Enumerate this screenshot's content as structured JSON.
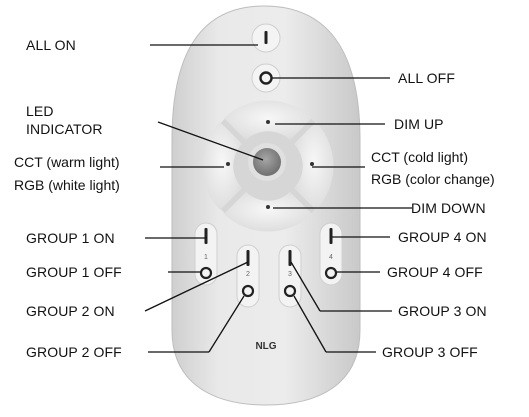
{
  "labels": {
    "all_on": "ALL ON",
    "all_off": "ALL OFF",
    "led_indicator_line1": "LED",
    "led_indicator_line2": "INDICATOR",
    "dim_up": "DIM UP",
    "cct_warm": "CCT (warm light)",
    "rgb_white": "RGB (white light)",
    "cct_cold": "CCT (cold light)",
    "rgb_color": "RGB (color change)",
    "dim_down": "DIM DOWN",
    "group1_on": "GROUP 1 ON",
    "group1_off": "GROUP 1 OFF",
    "group2_on": "GROUP 2 ON",
    "group2_off": "GROUP 2 OFF",
    "group3_on": "GROUP 3 ON",
    "group3_off": "GROUP 3 OFF",
    "group4_on": "GROUP 4 ON",
    "group4_off": "GROUP 4 OFF"
  },
  "remote": {
    "brand": "NLG",
    "group_numbers": [
      "1",
      "2",
      "3",
      "4"
    ]
  },
  "colors": {
    "remote_body": "#e6e6e6",
    "button_face": "#f2f2f2",
    "led": "#8c8c8c",
    "leader_line": "#111111"
  }
}
